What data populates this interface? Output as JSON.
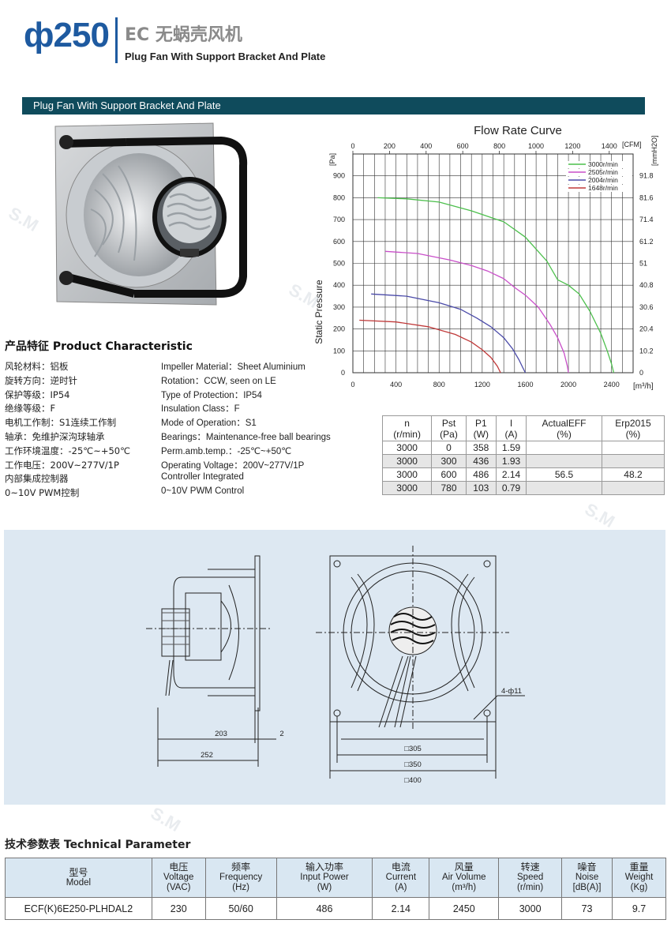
{
  "header": {
    "model": "ф250",
    "title": "EC 无蜗壳风机",
    "subtitle": "Plug Fan With Support Bracket And Plate"
  },
  "section_bar": "Plug Fan With Support Bracket And Plate",
  "characteristics": {
    "title": "产品特征 Product Characteristic",
    "cn": [
      "风轮材料：铝板",
      "旋转方向：逆时针",
      "保护等级：IP54",
      "绝缘等级：F",
      "电机工作制：S1连续工作制",
      "轴承：免维护深沟球轴承",
      "工作环境温度：-25℃~+50℃",
      "工作电压：200V~277V/1P",
      "内部集成控制器",
      "0~10V PWM控制"
    ],
    "en": [
      "Impeller Material：Sheet Aluminium",
      "Rotation：CCW, seen on LE",
      "Type of Protection：IP54",
      "Insulation Class：F",
      "Mode of Operation：S1",
      "Bearings：Maintenance-free ball bearings",
      "Perm.amb.temp.：-25℃~+50℃",
      "Operating Voltage：200V~277V/1P",
      "Controller Integrated",
      "0~10V PWM Control"
    ]
  },
  "performance_table": {
    "headers": [
      [
        "n",
        "(r/min)"
      ],
      [
        "Pst",
        "(Pa)"
      ],
      [
        "P1",
        "(W)"
      ],
      [
        "I",
        "(A)"
      ],
      [
        "ActualEFF",
        "(%)"
      ],
      [
        "Erp2015",
        "(%)"
      ]
    ],
    "rows": [
      [
        "3000",
        "0",
        "358",
        "1.59",
        "",
        ""
      ],
      [
        "3000",
        "300",
        "436",
        "1.93",
        "",
        ""
      ],
      [
        "3000",
        "600",
        "486",
        "2.14",
        "56.5",
        "48.2"
      ],
      [
        "3000",
        "780",
        "103",
        "0.79",
        "",
        ""
      ]
    ]
  },
  "chart_data": {
    "type": "line",
    "title": "Flow Rate Curve",
    "xlabel": "[m³/h]",
    "ylabel": "Static Pressure",
    "x_top_label": "[CFM]",
    "y_left_unit": "[Pa]",
    "y_right_unit": "[mmH2O]",
    "xlim": [
      0,
      2600
    ],
    "ylim": [
      0,
      1000
    ],
    "x_ticks": [
      0,
      400,
      800,
      1200,
      1600,
      2000,
      2400
    ],
    "y_ticks": [
      0,
      100,
      200,
      300,
      400,
      500,
      600,
      700,
      800,
      900
    ],
    "top_ticks": [
      0,
      200,
      400,
      600,
      800,
      1000,
      1200,
      1400
    ],
    "right_ticks": [
      "0",
      "10.2",
      "20.4",
      "30.6",
      "40.8",
      "51",
      "61.2",
      "71.4",
      "81.6",
      "91.8"
    ],
    "legend_position": "top-right",
    "series": [
      {
        "name": "3000r/min",
        "color": "#4cbf4c",
        "points": [
          [
            230,
            800
          ],
          [
            500,
            795
          ],
          [
            800,
            780
          ],
          [
            1100,
            740
          ],
          [
            1400,
            690
          ],
          [
            1600,
            620
          ],
          [
            1800,
            510
          ],
          [
            1900,
            425
          ],
          [
            2000,
            400
          ],
          [
            2100,
            360
          ],
          [
            2200,
            280
          ],
          [
            2300,
            180
          ],
          [
            2360,
            100
          ],
          [
            2400,
            40
          ],
          [
            2420,
            0
          ]
        ]
      },
      {
        "name": "2505r/min",
        "color": "#c94fc9",
        "points": [
          [
            300,
            555
          ],
          [
            600,
            545
          ],
          [
            900,
            515
          ],
          [
            1100,
            490
          ],
          [
            1250,
            465
          ],
          [
            1400,
            430
          ],
          [
            1500,
            390
          ],
          [
            1600,
            355
          ],
          [
            1720,
            300
          ],
          [
            1830,
            220
          ],
          [
            1900,
            160
          ],
          [
            1960,
            90
          ],
          [
            1990,
            30
          ],
          [
            2000,
            0
          ]
        ]
      },
      {
        "name": "2004r/min",
        "color": "#4a4aa8",
        "points": [
          [
            170,
            360
          ],
          [
            500,
            350
          ],
          [
            800,
            320
          ],
          [
            1000,
            290
          ],
          [
            1150,
            250
          ],
          [
            1280,
            210
          ],
          [
            1400,
            160
          ],
          [
            1480,
            110
          ],
          [
            1540,
            60
          ],
          [
            1580,
            20
          ],
          [
            1600,
            0
          ]
        ]
      },
      {
        "name": "1648r/min",
        "color": "#c03a3a",
        "points": [
          [
            60,
            240
          ],
          [
            400,
            232
          ],
          [
            700,
            210
          ],
          [
            950,
            175
          ],
          [
            1100,
            140
          ],
          [
            1200,
            105
          ],
          [
            1280,
            70
          ],
          [
            1340,
            30
          ],
          [
            1370,
            0
          ]
        ]
      }
    ]
  },
  "drawing": {
    "dims": [
      "203",
      "2",
      "252",
      "□305",
      "□350",
      "□400",
      "4-ф11"
    ]
  },
  "tech": {
    "title": "技术参数表 Technical Parameter",
    "headers": [
      [
        "型号",
        "Model"
      ],
      [
        "电压",
        "Voltage",
        "(VAC)"
      ],
      [
        "频率",
        "Frequency",
        "(Hz)"
      ],
      [
        "输入功率",
        "Input Power",
        "(W)"
      ],
      [
        "电流",
        "Current",
        "(A)"
      ],
      [
        "风量",
        "Air Volume",
        "(m³/h)"
      ],
      [
        "转速",
        "Speed",
        "(r/min)"
      ],
      [
        "噪音",
        "Noise",
        "[dB(A)]"
      ],
      [
        "重量",
        "Weight",
        "(Kg)"
      ]
    ],
    "row": [
      "ECF(K)6E250-PLHDAL2",
      "230",
      "50/60",
      "486",
      "2.14",
      "2450",
      "3000",
      "73",
      "9.7"
    ]
  },
  "watermark": "S.M"
}
